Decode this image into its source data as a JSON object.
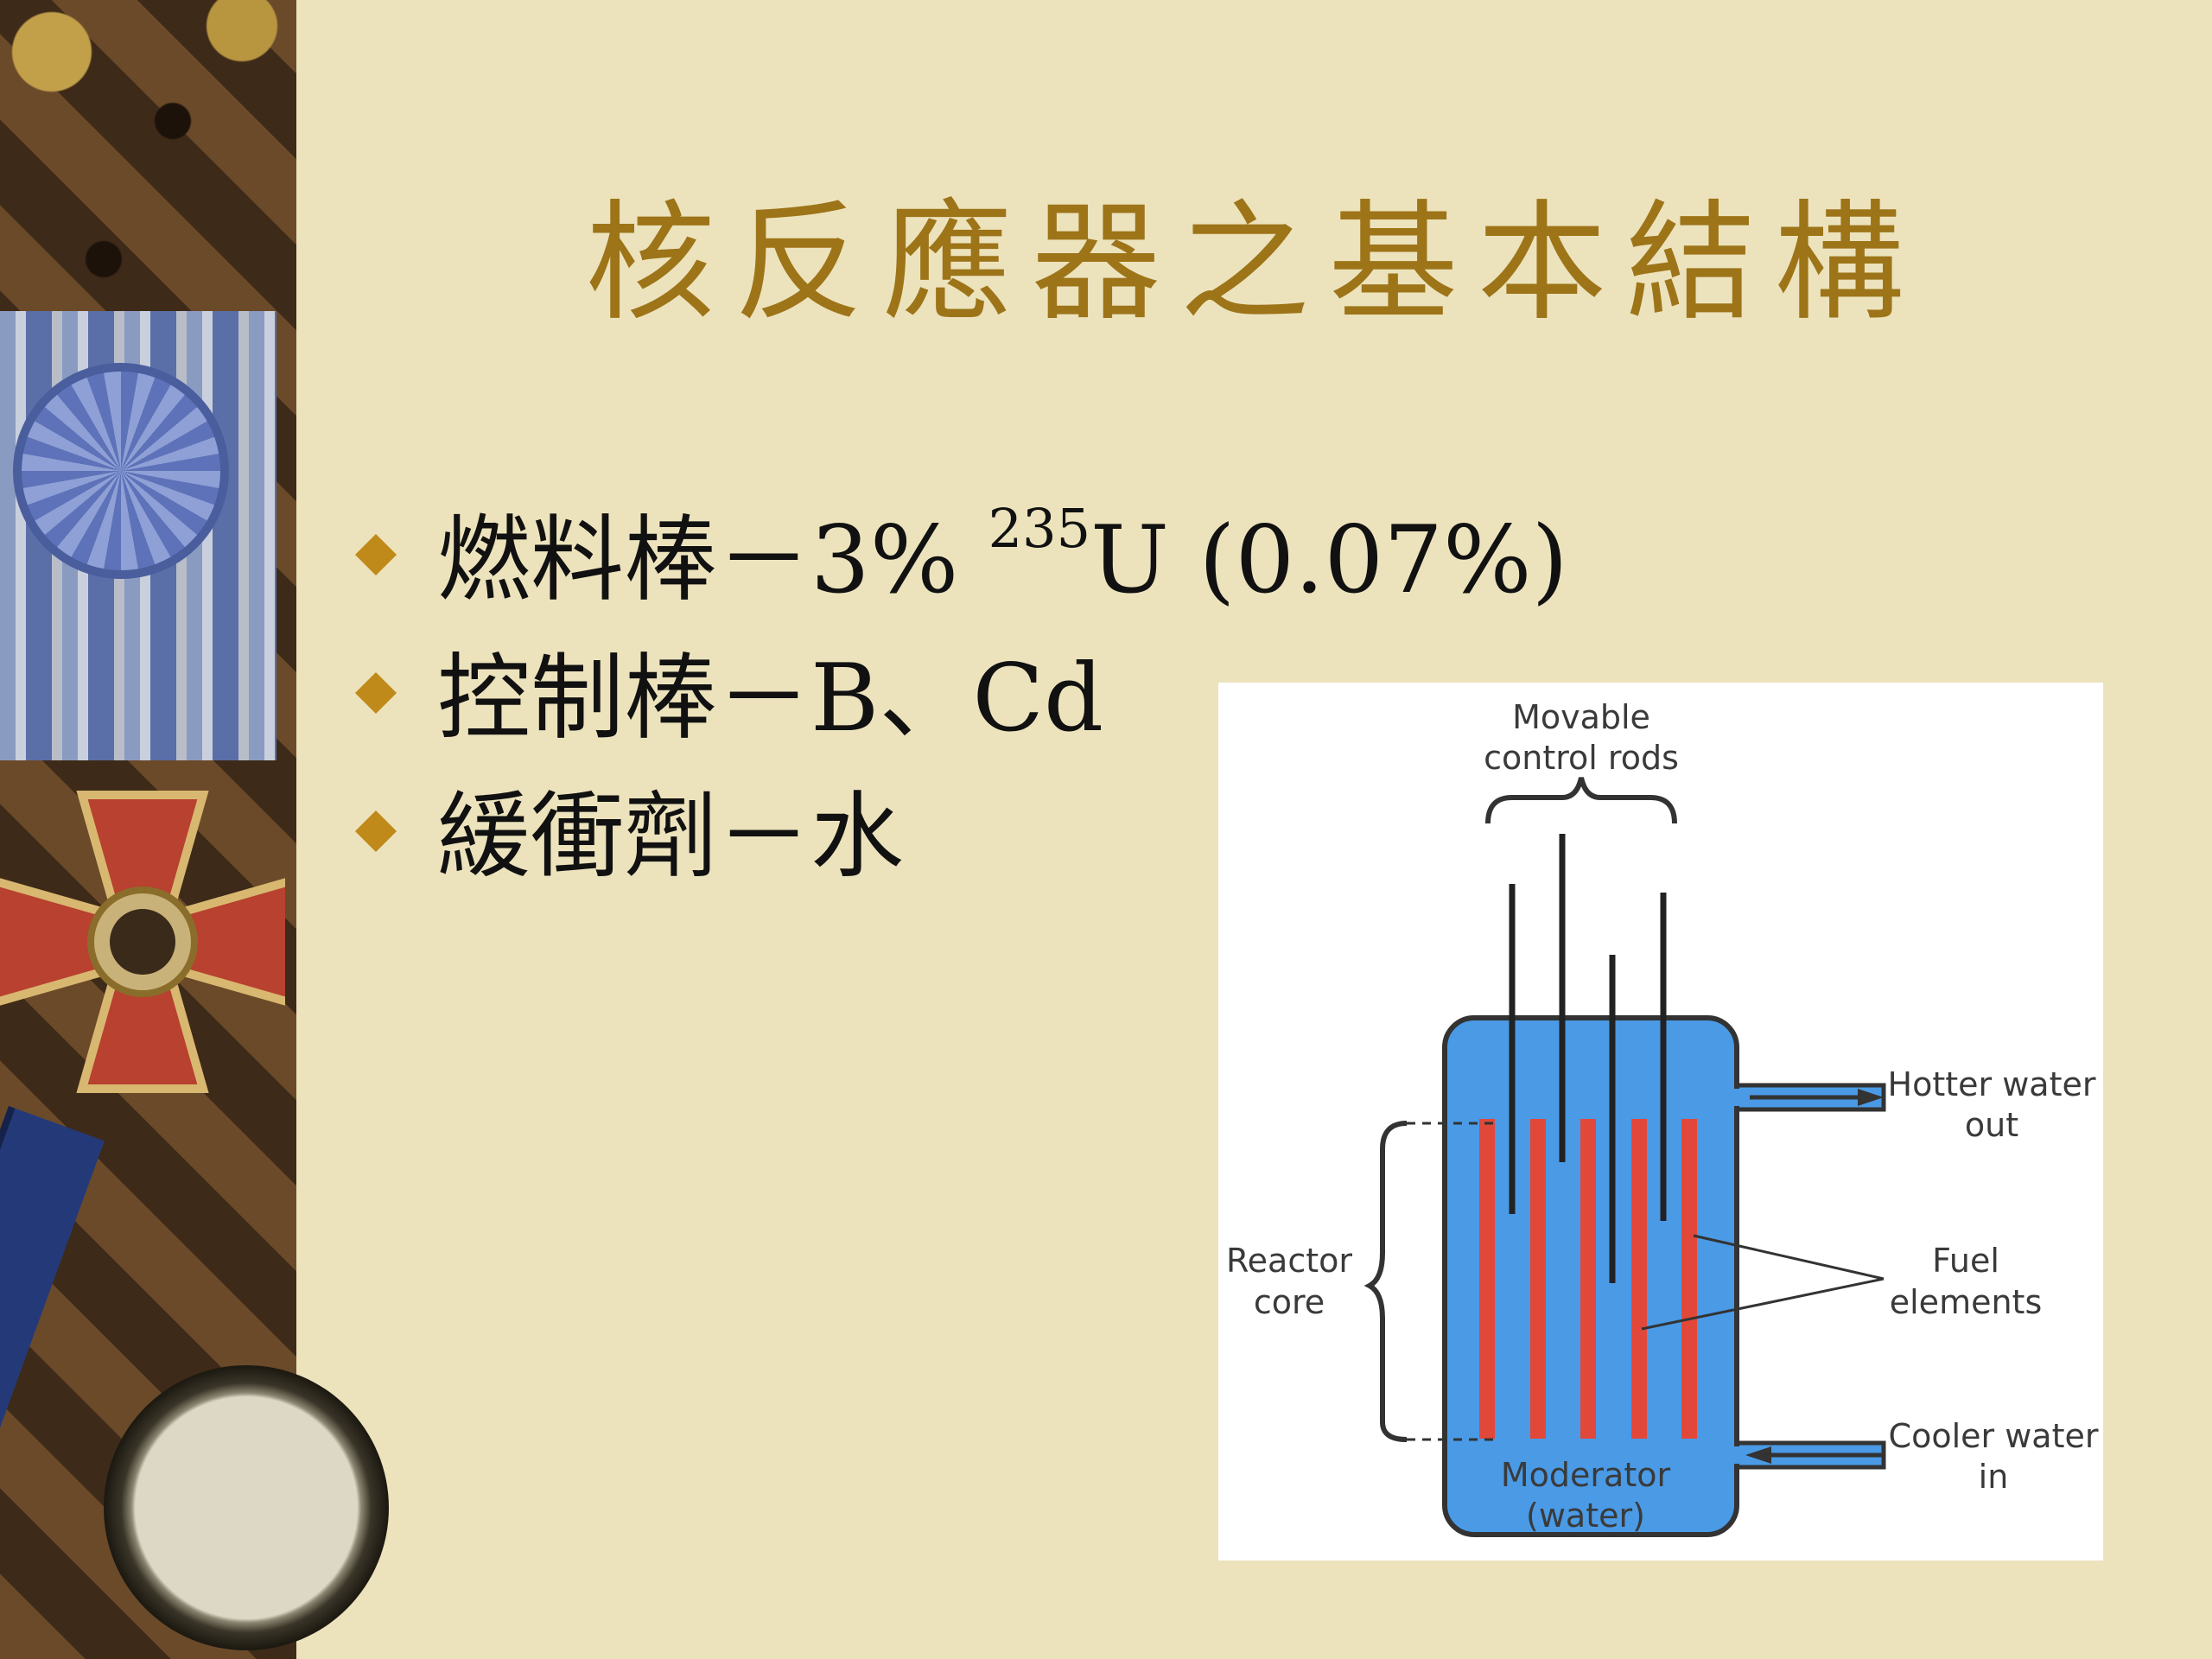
{
  "title": "核反應器之基本結構",
  "bullets": [
    {
      "text": "燃料棒－3%  ",
      "sup": "235",
      "tail": "U  (0.07%)"
    },
    {
      "text": "控制棒－B、Cd"
    },
    {
      "text": "緩衝劑－水"
    }
  ],
  "diagram": {
    "movable_control_rods_line1": "Movable",
    "movable_control_rods_line2": "control rods",
    "hotter_water_line1": "Hotter water",
    "hotter_water_line2": "out",
    "fuel_elements_line1": "Fuel",
    "fuel_elements_line2": "elements",
    "cooler_water_line1": "Cooler water",
    "cooler_water_line2": "in",
    "reactor_core_line1": "Reactor",
    "reactor_core_line2": "core",
    "moderator_line1": "Moderator",
    "moderator_line2": "(water)",
    "colors": {
      "water": "#4a9ae6",
      "fuel": "#e2483a",
      "outline": "#333333"
    }
  }
}
